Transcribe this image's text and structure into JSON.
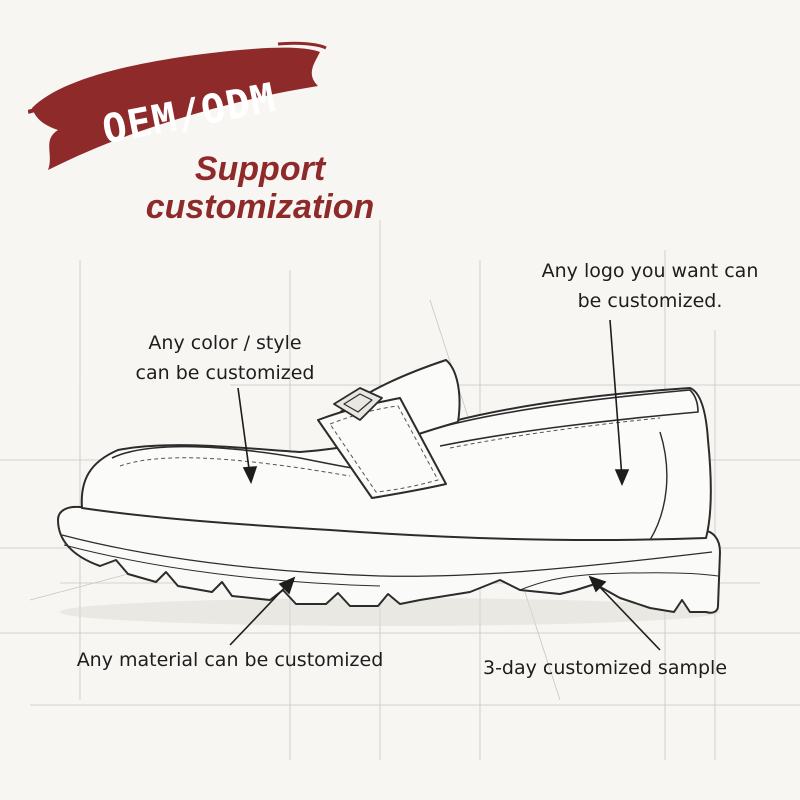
{
  "badge": {
    "text": "OEM/ODM",
    "color": "#8f2a2b"
  },
  "tagline": {
    "line1": "Support",
    "line2": "customization",
    "color": "#8f2a2b"
  },
  "callouts": {
    "logo": {
      "line1": "Any logo you want can",
      "line2": "be customized."
    },
    "color": {
      "line1": "Any color / style",
      "line2": "can be customized"
    },
    "material": {
      "line1": "Any material can be customized"
    },
    "sample": {
      "line1": "3-day customized sample"
    }
  },
  "illustration": {
    "subject": "loafer-shoe-sketch"
  }
}
